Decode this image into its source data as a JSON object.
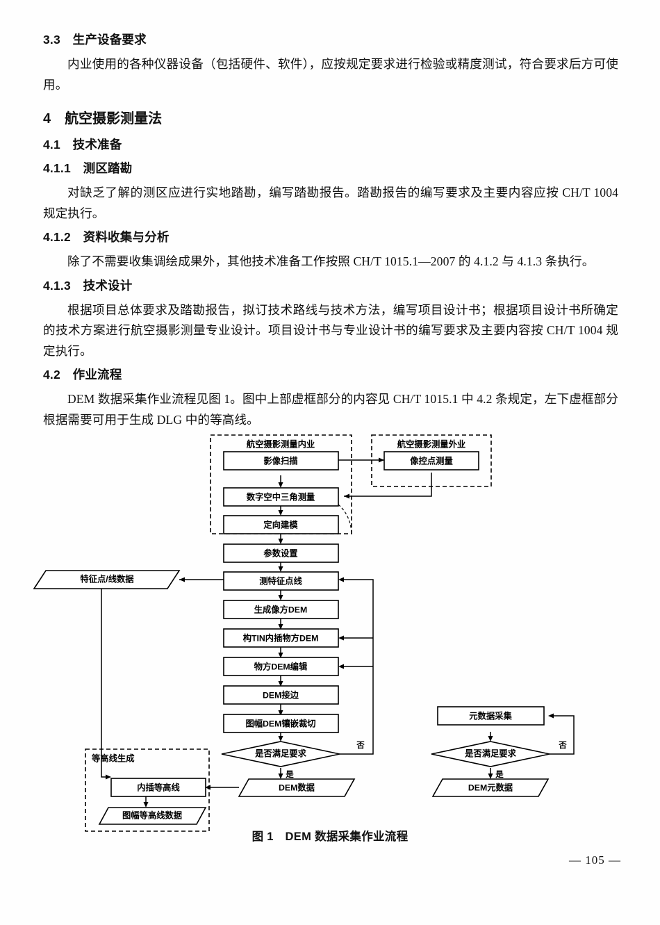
{
  "document": {
    "sections": [
      {
        "type": "heading",
        "number": "3.3",
        "title": "生产设备要求",
        "text": "3.3　生产设备要求"
      },
      {
        "type": "paragraph",
        "text": "内业使用的各种仪器设备（包括硬件、软件），应按规定要求进行检验或精度测试，符合要求后方可使用。"
      },
      {
        "type": "heading-main",
        "number": "4",
        "title": "航空摄影测量法",
        "text": "4　航空摄影测量法"
      },
      {
        "type": "heading",
        "number": "4.1",
        "title": "技术准备",
        "text": "4.1　技术准备"
      },
      {
        "type": "heading",
        "number": "4.1.1",
        "title": "测区踏勘",
        "text": "4.1.1　测区踏勘"
      },
      {
        "type": "paragraph",
        "text": "对缺乏了解的测区应进行实地踏勘，编写踏勘报告。踏勘报告的编写要求及主要内容应按 CH/T 1004 规定执行。"
      },
      {
        "type": "heading",
        "number": "4.1.2",
        "title": "资料收集与分析",
        "text": "4.1.2　资料收集与分析"
      },
      {
        "type": "paragraph",
        "text": "除了不需要收集调绘成果外，其他技术准备工作按照 CH/T 1015.1—2007 的 4.1.2 与 4.1.3 条执行。"
      },
      {
        "type": "heading",
        "number": "4.1.3",
        "title": "技术设计",
        "text": "4.1.3　技术设计"
      },
      {
        "type": "paragraph",
        "text": "根据项目总体要求及踏勘报告，拟订技术路线与技术方法，编写项目设计书；根据项目设计书所确定的技术方案进行航空摄影测量专业设计。项目设计书与专业设计书的编写要求及主要内容按 CH/T 1004 规定执行。"
      },
      {
        "type": "heading",
        "number": "4.2",
        "title": "作业流程",
        "text": "4.2　作业流程"
      },
      {
        "type": "paragraph",
        "text": "DEM 数据采集作业流程见图 1。图中上部虚框部分的内容见 CH/T 1015.1 中 4.2 条规定，左下虚框部分根据需要可用于生成 DLG 中的等高线。"
      }
    ],
    "figure": {
      "caption": "图 1　DEM 数据采集作业流程",
      "groups": [
        {
          "id": "inner",
          "label": "航空摄影测量内业"
        },
        {
          "id": "outer",
          "label": "航空摄影测量外业"
        },
        {
          "id": "contour",
          "label": "等高线生成"
        }
      ],
      "nodes": [
        {
          "id": "n1",
          "label": "影像扫描",
          "shape": "process"
        },
        {
          "id": "n2",
          "label": "像控点测量",
          "shape": "process"
        },
        {
          "id": "n3",
          "label": "数字空中三角测量",
          "shape": "process"
        },
        {
          "id": "n4",
          "label": "定向建模",
          "shape": "process"
        },
        {
          "id": "n5",
          "label": "参数设置",
          "shape": "process"
        },
        {
          "id": "n6",
          "label": "测特征点线",
          "shape": "process"
        },
        {
          "id": "n7",
          "label": "特征点/线数据",
          "shape": "data"
        },
        {
          "id": "n8",
          "label": "生成像方DEM",
          "shape": "process"
        },
        {
          "id": "n9",
          "label": "构TIN内插物方DEM",
          "shape": "process"
        },
        {
          "id": "n10",
          "label": "物方DEM编辑",
          "shape": "process"
        },
        {
          "id": "n11",
          "label": "DEM接边",
          "shape": "process"
        },
        {
          "id": "n12",
          "label": "图幅DEM镶嵌裁切",
          "shape": "process"
        },
        {
          "id": "n13",
          "label": "是否满足要求",
          "shape": "decision"
        },
        {
          "id": "n14",
          "label": "DEM数据",
          "shape": "data"
        },
        {
          "id": "n15",
          "label": "内插等高线",
          "shape": "process"
        },
        {
          "id": "n16",
          "label": "图幅等高线数据",
          "shape": "data"
        },
        {
          "id": "n17",
          "label": "元数据采集",
          "shape": "process"
        },
        {
          "id": "n18",
          "label": "是否满足要求",
          "shape": "decision"
        },
        {
          "id": "n19",
          "label": "DEM元数据",
          "shape": "data"
        }
      ],
      "edge_labels": {
        "yes_left": "是",
        "no_left": "否",
        "yes_right": "是",
        "no_right": "否"
      }
    },
    "footer": {
      "page_number": "— 105 —"
    }
  }
}
